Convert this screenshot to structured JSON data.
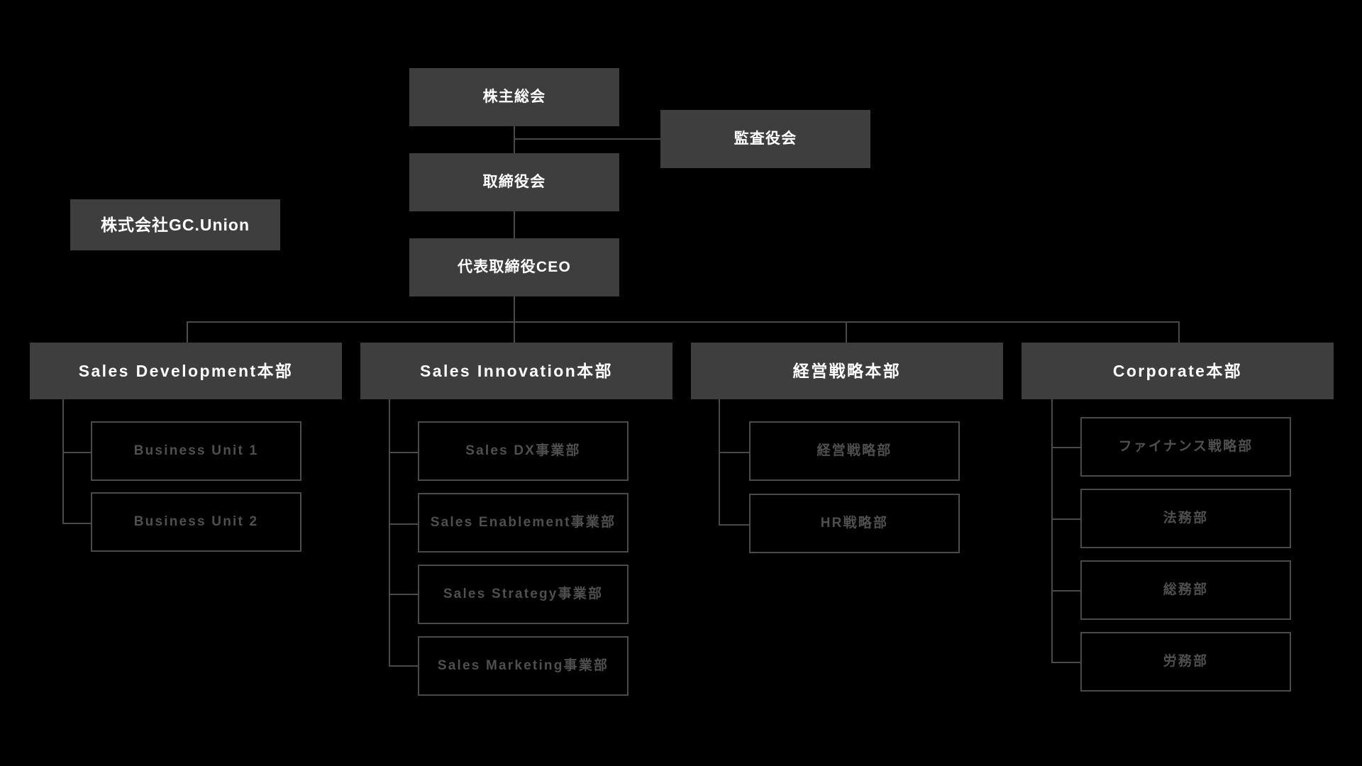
{
  "page": {
    "background_color": "#000000",
    "node_fill_color": "#3e3e3e",
    "node_text_color": "#ffffff",
    "dept_border_color": "#4a4a4a",
    "dept_text_color": "#4f4f4f",
    "connector_color": "#4a4a4a"
  },
  "company": {
    "label": "株式会社GC.Union"
  },
  "governance": {
    "shareholders_meeting": "株主総会",
    "audit_board": "監査役会",
    "board_of_directors": "取締役会",
    "ceo": "代表取締役CEO"
  },
  "divisions": [
    {
      "label": "Sales Development本部",
      "departments": [
        {
          "label": "Business Unit 1"
        },
        {
          "label": "Business Unit 2"
        }
      ]
    },
    {
      "label": "Sales Innovation本部",
      "departments": [
        {
          "label": "Sales DX事業部"
        },
        {
          "label": "Sales Enablement事業部"
        },
        {
          "label": "Sales Strategy事業部"
        },
        {
          "label": "Sales Marketing事業部"
        }
      ]
    },
    {
      "label": "経営戦略本部",
      "departments": [
        {
          "label": "経営戦略部"
        },
        {
          "label": "HR戦略部"
        }
      ]
    },
    {
      "label": "Corporate本部",
      "departments": [
        {
          "label": "ファイナンス戦略部"
        },
        {
          "label": "法務部"
        },
        {
          "label": "総務部"
        },
        {
          "label": "労務部"
        }
      ]
    }
  ]
}
